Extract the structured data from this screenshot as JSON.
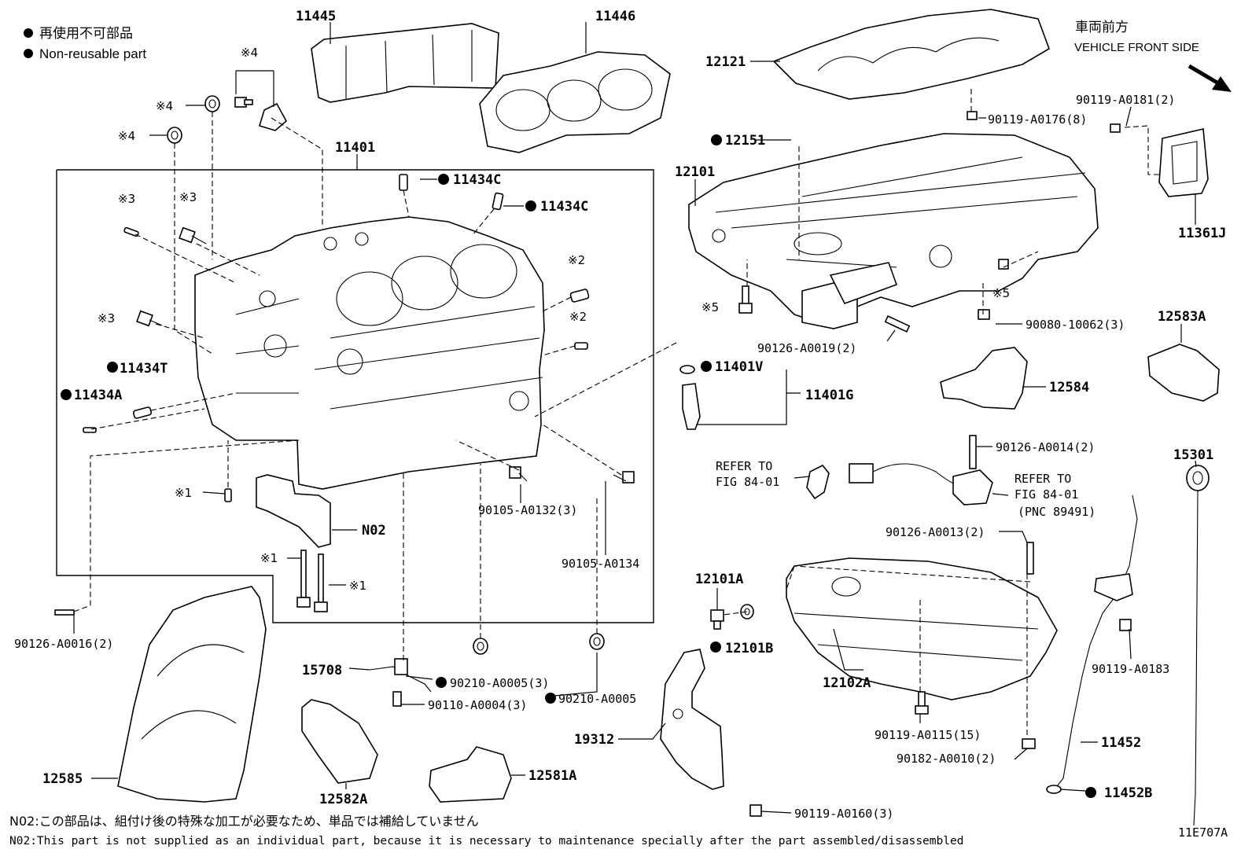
{
  "legend": {
    "bullet_jp": "再使用不可部品",
    "bullet_en": "Non-reusable part"
  },
  "front_side": {
    "jp": "車両前方",
    "en": "VEHICLE FRONT SIDE"
  },
  "labels": {
    "p11445": "11445",
    "p11446": "11446",
    "p12121": "12121",
    "p11401": "11401",
    "p11434C_a": "11434C",
    "p11434C_b": "11434C",
    "p12151": "12151",
    "p12101": "12101",
    "p11361J": "11361J",
    "p90119_A0181": "90119-A0181(2)",
    "p90119_A0176": "90119-A0176(8)",
    "p11434T": "11434T",
    "p11434A": "11434A",
    "p11401V": "11401V",
    "p11401G": "11401G",
    "p90126_A0019": "90126-A0019(2)",
    "p90080_10062": "90080-10062(3)",
    "p12583A": "12583A",
    "p12584": "12584",
    "p90126_A0014": "90126-A0014(2)",
    "p15301": "15301",
    "refer1_a": "REFER TO",
    "refer1_b": "FIG 84-01",
    "refer2_a": "REFER TO",
    "refer2_b": "FIG 84-01",
    "refer2_c": "(PNC 89491)",
    "p90105_A0132": "90105-A0132(3)",
    "p90105_A0134": "90105-A0134",
    "pN02": "N02",
    "p90126_A0013": "90126-A0013(2)",
    "p12101A": "12101A",
    "p12101B": "12101B",
    "p12102A": "12102A",
    "p90119_A0183": "90119-A0183",
    "p90126_A0016": "90126-A0016(2)",
    "p15708": "15708",
    "p90210_A0005_3": "90210-A0005(3)",
    "p90110_A0004": "90110-A0004(3)",
    "p90210_A0005": "90210-A0005",
    "p19312": "19312",
    "p90119_A0115": "90119-A0115(15)",
    "p11452": "11452",
    "p90182_A0010": "90182-A0010(2)",
    "p12585": "12585",
    "p12582A": "12582A",
    "p12581A": "12581A",
    "p11452B": "11452B",
    "p90119_A0160": "90119-A0160(3)",
    "m1_a": "※1",
    "m1_b": "※1",
    "m1_c": "※1",
    "m2_a": "※2",
    "m2_b": "※2",
    "m3_a": "※3",
    "m3_b": "※3",
    "m3_c": "※3",
    "m4_a": "※4",
    "m4_b": "※4",
    "m4_c": "※4",
    "m5_a": "※5",
    "m5_b": "※5"
  },
  "footnote": {
    "jp": "N02:この部品は、組付け後の特殊な加工が必要なため、単品では補給していません",
    "en": "N02:This part is not supplied as an individual part, because it is necessary to maintenance specially after the part assembled/disassembled"
  },
  "figure_code": "11E707A"
}
